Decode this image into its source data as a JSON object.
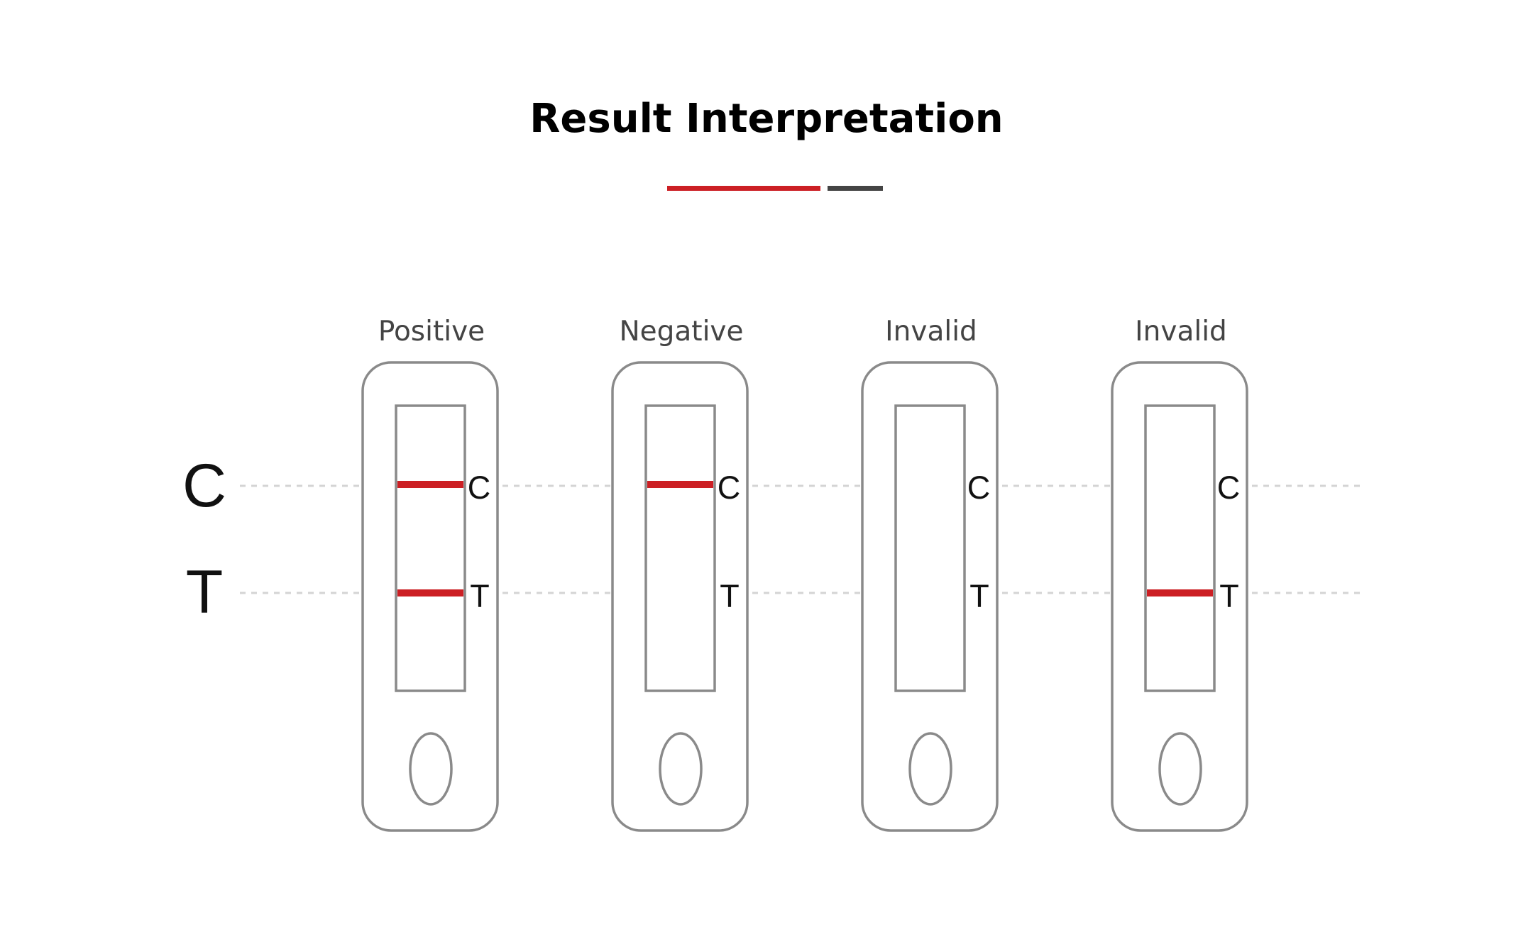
{
  "title": "Result Interpretation",
  "colors": {
    "accent": "#cc1f24",
    "accent_dark": "#444444",
    "outline": "#8a8a8a",
    "guide": "#d4d4d4",
    "band": "#cc1f24"
  },
  "row_labels": {
    "control": "C",
    "test": "T"
  },
  "strips": [
    {
      "label": "Positive",
      "control_mark": "C",
      "test_mark": "T",
      "control_line": true,
      "test_line": true
    },
    {
      "label": "Negative",
      "control_mark": "C",
      "test_mark": "T",
      "control_line": true,
      "test_line": false
    },
    {
      "label": "Invalid",
      "control_mark": "C",
      "test_mark": "T",
      "control_line": false,
      "test_line": false
    },
    {
      "label": "Invalid",
      "control_mark": "C",
      "test_mark": "T",
      "control_line": false,
      "test_line": true
    }
  ]
}
